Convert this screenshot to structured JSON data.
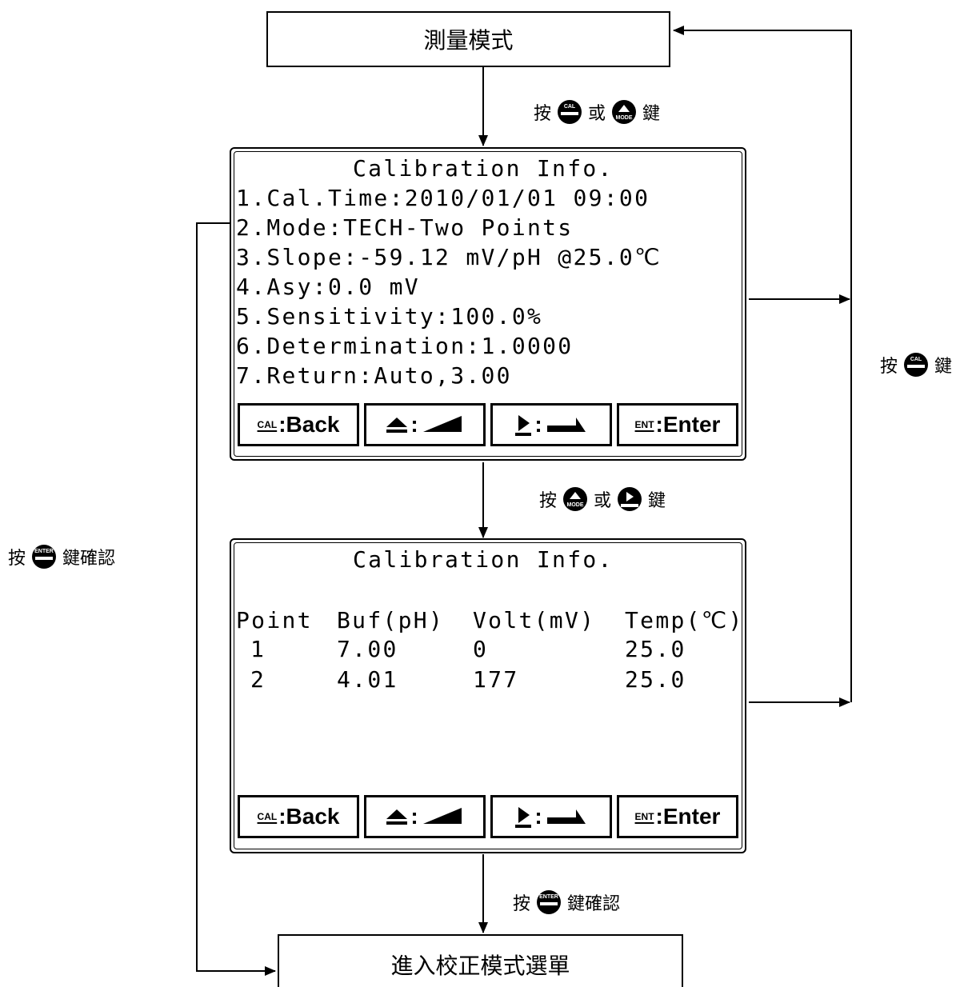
{
  "measure_box": {
    "label": "測量模式"
  },
  "menu_box": {
    "label": "進入校正模式選單"
  },
  "screen1": {
    "title": "Calibration Info.",
    "lines": [
      "1.Cal.Time:2010/01/01 09:00",
      "2.Mode:TECH-Two Points",
      "3.Slope:-59.12 mV/pH @25.0℃",
      "4.Asy:0.0 mV",
      "5.Sensitivity:100.0%",
      "6.Determination:1.0000",
      "7.Return:Auto,3.00"
    ]
  },
  "screen2": {
    "title": "Calibration Info.",
    "table": {
      "headers": [
        "Point",
        "Buf(pH)",
        "Volt(mV)",
        "Temp(℃)"
      ],
      "rows": [
        [
          "1",
          "7.00",
          "0",
          "25.0"
        ],
        [
          "2",
          "4.01",
          "177",
          "25.0"
        ]
      ]
    }
  },
  "softkeys": {
    "back_key": "CAL",
    "back_label": ":Back",
    "up_sep": ":",
    "right_sep": ":",
    "enter_key": "ENT",
    "enter_label": ":Enter"
  },
  "notes": {
    "note1": {
      "press": "按",
      "or": "或",
      "key": "鍵",
      "icon1": "CAL",
      "icon2": "MODE"
    },
    "note2": {
      "press": "按",
      "or": "或",
      "key": "鍵",
      "icon1": "MODE",
      "icon2": "play-icon"
    },
    "note_right": {
      "press": "按",
      "key": "鍵",
      "icon": "CAL"
    },
    "note_left": {
      "press": "按",
      "key": "鍵確認",
      "icon": "ENTER"
    },
    "note_bottom": {
      "press": "按",
      "key": "鍵確認",
      "icon": "ENTER"
    }
  }
}
